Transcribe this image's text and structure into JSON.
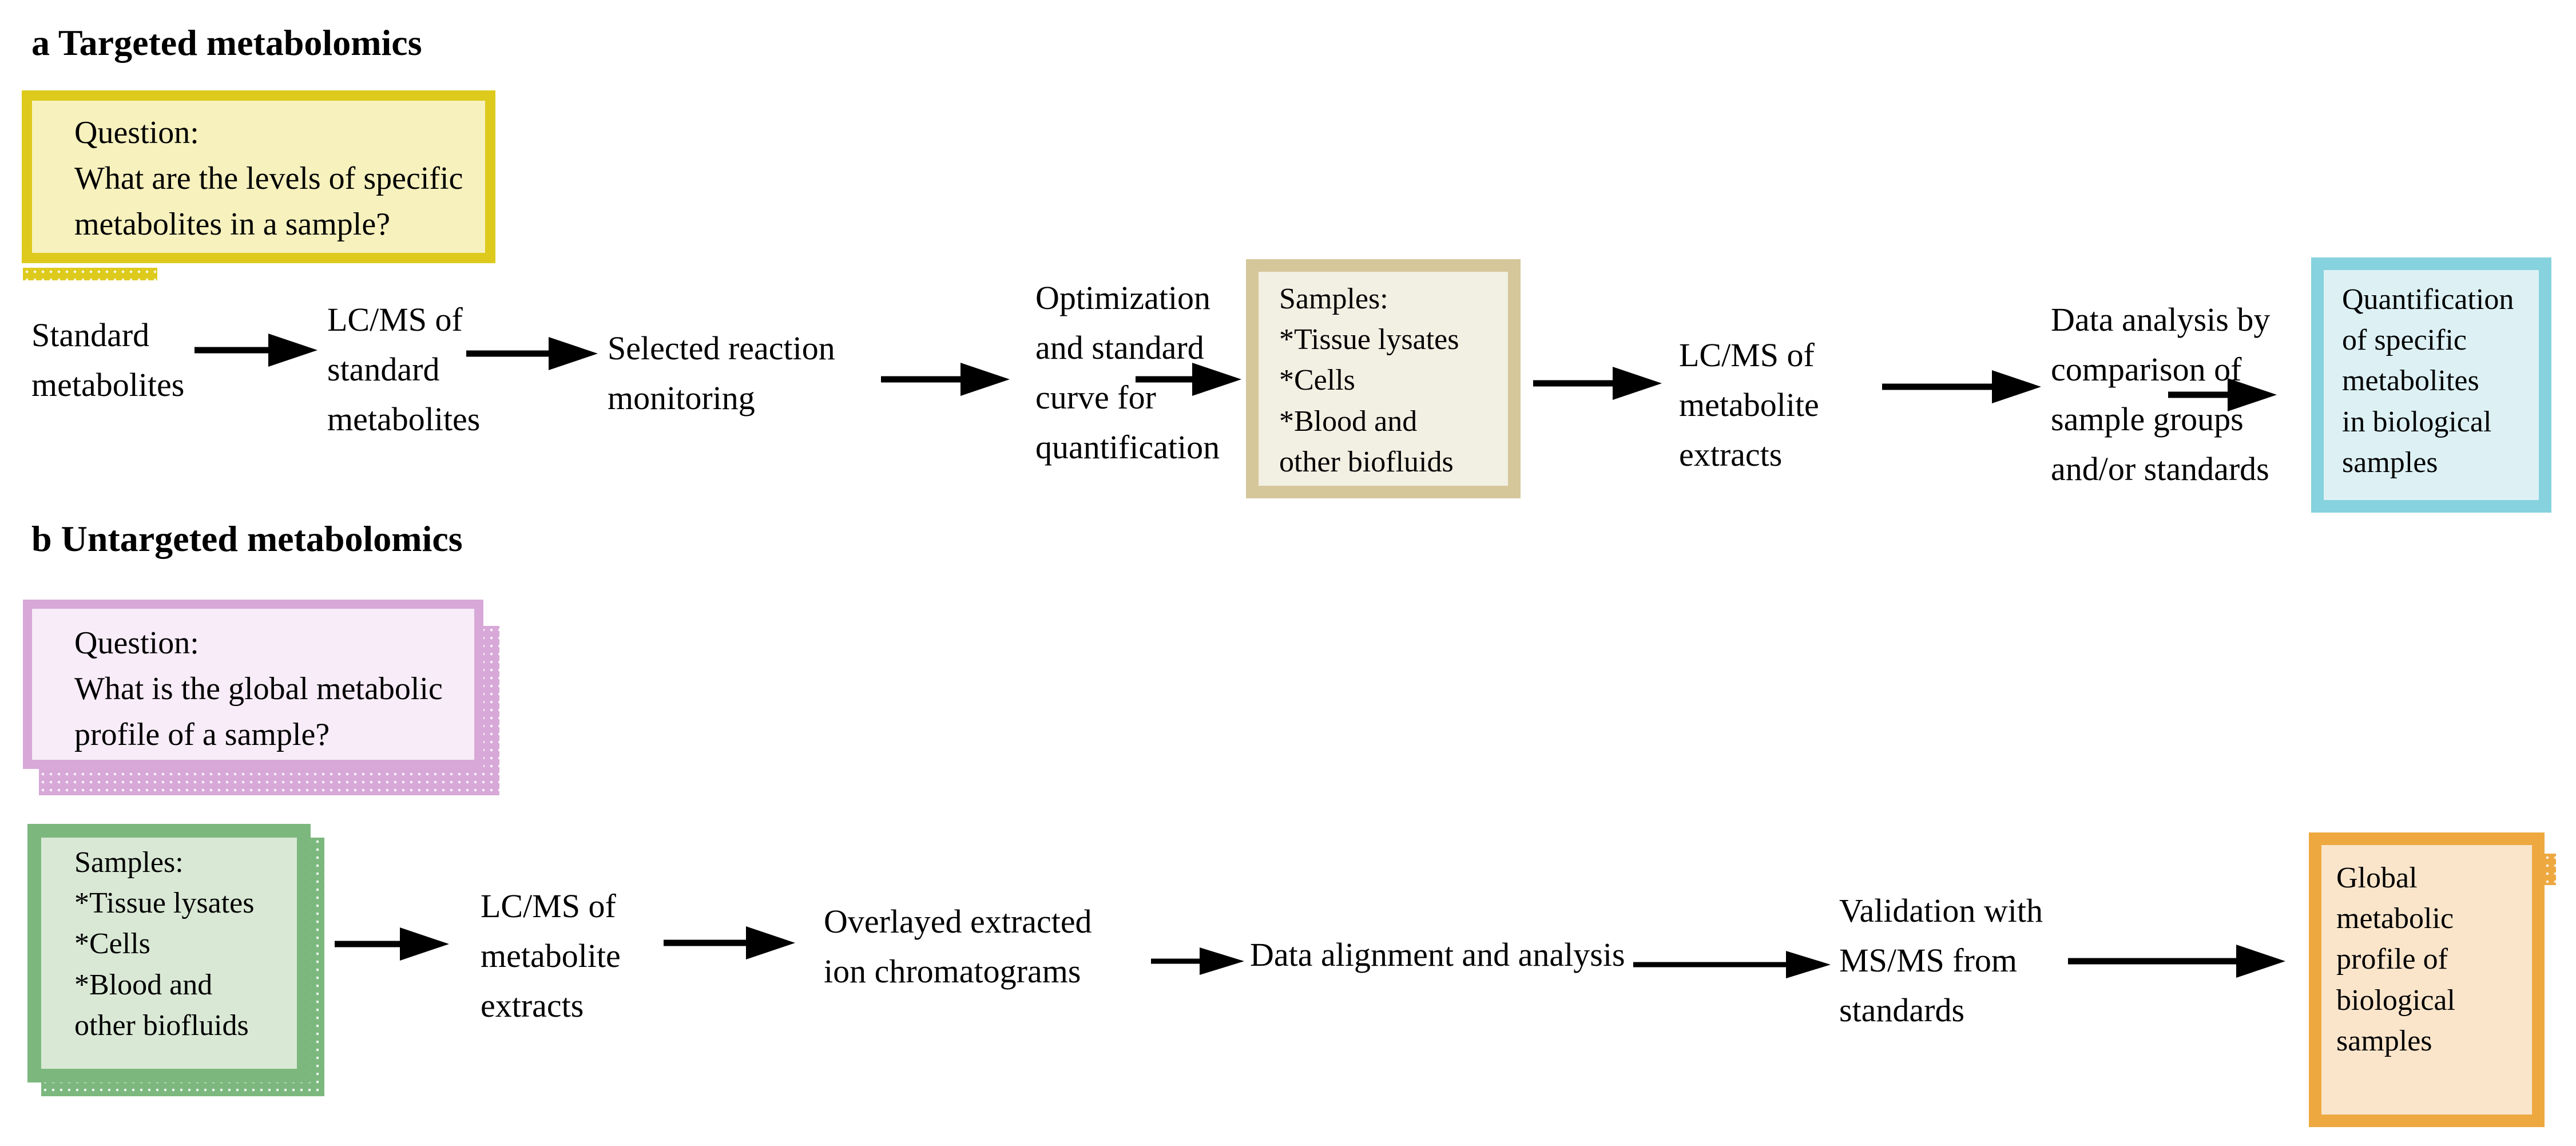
{
  "panel_a": {
    "title": "a Targeted metabolomics",
    "question": "Question:\nWhat are the levels of specific\nmetabolites in a sample?",
    "steps": [
      "Standard\nmetabolites",
      "LC/MS of\nstandard\nmetabolites",
      "Selected reaction\nmonitoring",
      "Optimization\nand standard\ncurve for\nquantification",
      "LC/MS of\nmetabolite\nextracts",
      "Data analysis by\ncomparison of\nsample groups\nand/or standards"
    ],
    "samples_box": "Samples:\n*Tissue lysates\n*Cells\n*Blood and\n  other biofluids",
    "result_box": "Quantification\nof specific\nmetabolites\nin biological\nsamples"
  },
  "panel_b": {
    "title": "b Untargeted metabolomics",
    "question": "Question:\nWhat is the global metabolic\n profile of a sample?",
    "samples_box": "Samples:\n*Tissue lysates\n*Cells\n*Blood and\n  other biofluids",
    "steps": [
      "LC/MS of\nmetabolite\nextracts",
      "Overlayed extracted\nion chromatograms",
      "Data alignment and analysis",
      "Validation with\nMS/MS from\nstandards"
    ],
    "result_box": "Global\nmetabolic\nprofile of\nbiological\nsamples"
  },
  "colors": {
    "yellow_border": "#ddca1d",
    "yellow_fill": "#f6f1bd",
    "tan_border": "#d5c79a",
    "tan_fill": "#f2efe3",
    "cyan_border": "#86d2de",
    "cyan_fill": "#ddf1f5",
    "pink_border": "#d7a8d8",
    "pink_fill": "#f7ecf7",
    "green_border": "#7cb87d",
    "green_fill": "#d9e8d5",
    "orange_border": "#eda840",
    "orange_fill": "#fae5cb",
    "arrow_black": "#000000"
  }
}
